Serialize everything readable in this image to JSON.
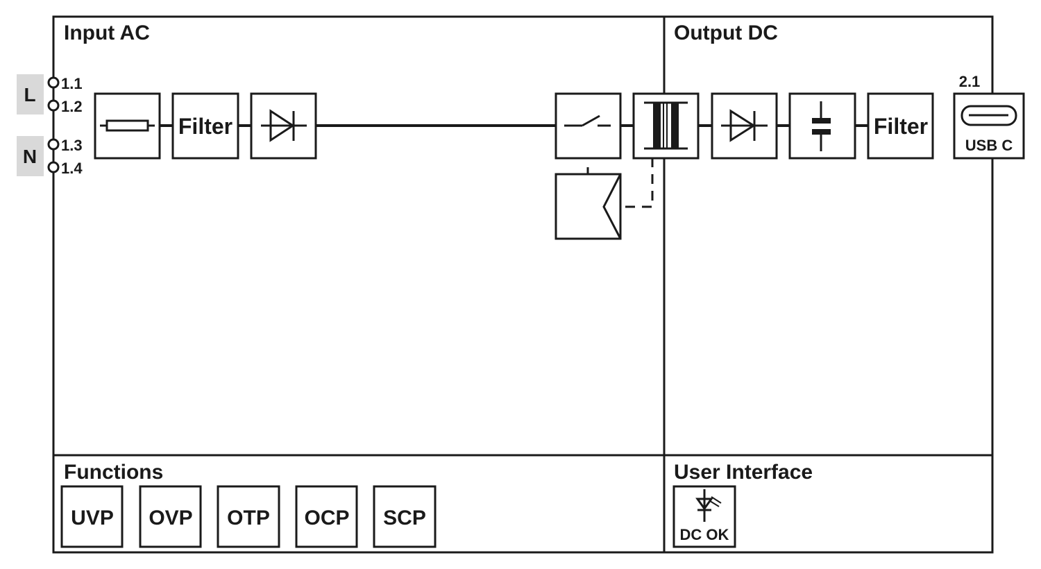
{
  "sections": {
    "input": "Input AC",
    "output": "Output DC",
    "functions": "Functions",
    "user_interface": "User Interface"
  },
  "terminals": {
    "phases": [
      {
        "label": "L",
        "pins": [
          "1.1",
          "1.2"
        ]
      },
      {
        "label": "N",
        "pins": [
          "1.3",
          "1.4"
        ]
      }
    ],
    "output_pin": "2.1"
  },
  "blocks": {
    "input_chain": [
      {
        "name": "fuse",
        "icon": "fuse-icon"
      },
      {
        "name": "filter",
        "label": "Filter"
      },
      {
        "name": "rectifier",
        "icon": "diode-icon"
      }
    ],
    "converter": [
      {
        "name": "switch",
        "icon": "switch-icon"
      },
      {
        "name": "transformer",
        "icon": "transformer-icon"
      },
      {
        "name": "controller",
        "icon": "pwm-controller-icon"
      }
    ],
    "output_chain": [
      {
        "name": "rectifier",
        "icon": "diode-icon"
      },
      {
        "name": "capacitor",
        "icon": "capacitor-icon"
      },
      {
        "name": "filter",
        "label": "Filter"
      }
    ],
    "output_port": {
      "label": "USB C",
      "icon": "usb-c-icon"
    }
  },
  "functions": [
    "UVP",
    "OVP",
    "OTP",
    "OCP",
    "SCP"
  ],
  "user_interface": [
    {
      "label": "DC OK",
      "icon": "led-icon"
    }
  ]
}
